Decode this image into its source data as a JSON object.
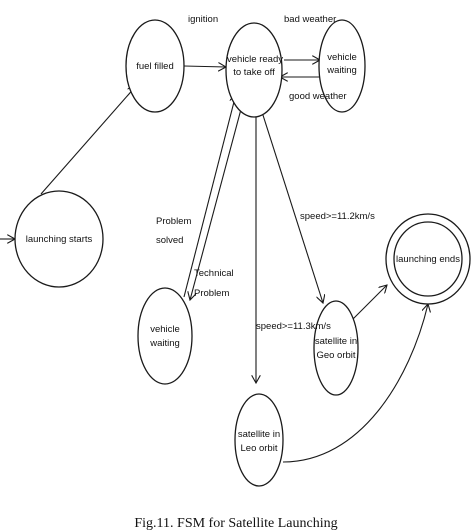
{
  "states": {
    "launching_starts": "launching starts",
    "fuel_filled": "fuel filled",
    "vehicle_ready_line1": "vehicle ready",
    "vehicle_ready_line2": "to take off",
    "vehicle_waiting_top_line1": "vehicle",
    "vehicle_waiting_top_line2": "waiting",
    "vehicle_waiting_left_line1": "vehicle",
    "vehicle_waiting_left_line2": "waiting",
    "satellite_geo_line1": "satellite in",
    "satellite_geo_line2": "Geo orbit",
    "satellite_leo_line1": "satellite in",
    "satellite_leo_line2": "Leo orbit",
    "launching_ends": "launching ends"
  },
  "transitions": {
    "ignition": "ignition",
    "bad_weather": "bad weather",
    "good_weather": "good weather",
    "problem_solved_line1": "Problem",
    "problem_solved_line2": "solved",
    "technical_problem_line1": "Technical",
    "technical_problem_line2": "Problem",
    "speed_geo": "speed>=11.2km/s",
    "speed_leo": "speed>=11.3km/s"
  },
  "caption": "Fig.11. FSM for Satellite Launching"
}
